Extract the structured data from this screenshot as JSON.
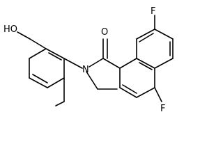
{
  "molecule": {
    "atoms": {
      "hydroxyl": "HO",
      "carbonyl_oxygen": "O",
      "amide_nitrogen": "N",
      "fluorine_ortho": "F",
      "fluorine_meta": "F"
    }
  },
  "colors": {
    "bond": "#000000",
    "background": "#ffffff"
  }
}
